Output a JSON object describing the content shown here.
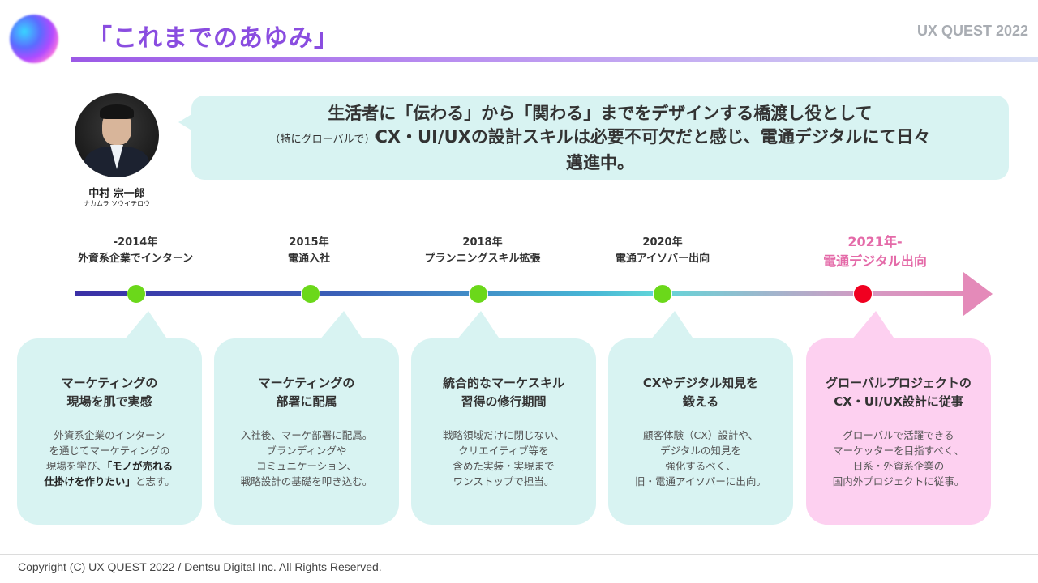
{
  "header": {
    "title": "「これまでのあゆみ」",
    "brand": "UX QUEST 2022"
  },
  "profile": {
    "name": "中村 宗一郎",
    "kana": "ナカムラ ソウイチロウ"
  },
  "message": {
    "line1": "生活者に「伝わる」から「関わる」までをデザインする橋渡し役として",
    "line2_prefix": "（特にグローバルで）",
    "line2": "CX・UI/UXの設計スキルは必要不可欠だと感じ、電通デジタルにて日々",
    "line3": "邁進中。"
  },
  "timeline": {
    "milestones": [
      {
        "period": "-2014年",
        "label": "外資系企業でインターン"
      },
      {
        "period": "2015年",
        "label": "電通入社"
      },
      {
        "period": "2018年",
        "label": "プランニングスキル拡張"
      },
      {
        "period": "2020年",
        "label": "電通アイソバー出向"
      },
      {
        "period": "2021年-",
        "label": "電通デジタル出向"
      }
    ]
  },
  "cards": [
    {
      "title1": "マーケティングの",
      "title2": "現場を肌で実感",
      "body1": "外資系企業のインターン",
      "body2": "を通じてマーケティングの",
      "body3_pre": "現場を学び、",
      "body3_bold": "「モノが売れる",
      "body4_bold": "仕掛けを作りたい」",
      "body4_post": "と志す。"
    },
    {
      "title1": "マーケティングの",
      "title2": "部署に配属",
      "body1": "入社後、マーケ部署に配属。",
      "body2": "ブランディングや",
      "body3": "コミュニケーション、",
      "body4": "戦略設計の基礎を叩き込む。"
    },
    {
      "title1": "統合的なマーケスキル",
      "title2": "習得の修行期間",
      "body1": "戦略領域だけに閉じない、",
      "body2": "クリエイティブ等を",
      "body3": "含めた実装・実現まで",
      "body4": "ワンストップで担当。"
    },
    {
      "title1": "CXやデジタル知見を",
      "title2": "鍛える",
      "body1": "顧客体験（CX）設計や、",
      "body2": "デジタルの知見を",
      "body3": "強化するべく、",
      "body4": "旧・電通アイソバーに出向。"
    },
    {
      "title1": "グローバルプロジェクトの",
      "title2": "CX・UI/UX設計に従事",
      "body1": "グローバルで活躍できる",
      "body2": "マーケッターを目指すべく、",
      "body3": "日系・外資系企業の",
      "body4": "国内外プロジェクトに従事。"
    }
  ],
  "footer": {
    "copyright": "Copyright (C) UX QUEST 2022 / Dentsu Digital Inc. All Rights Reserved."
  }
}
